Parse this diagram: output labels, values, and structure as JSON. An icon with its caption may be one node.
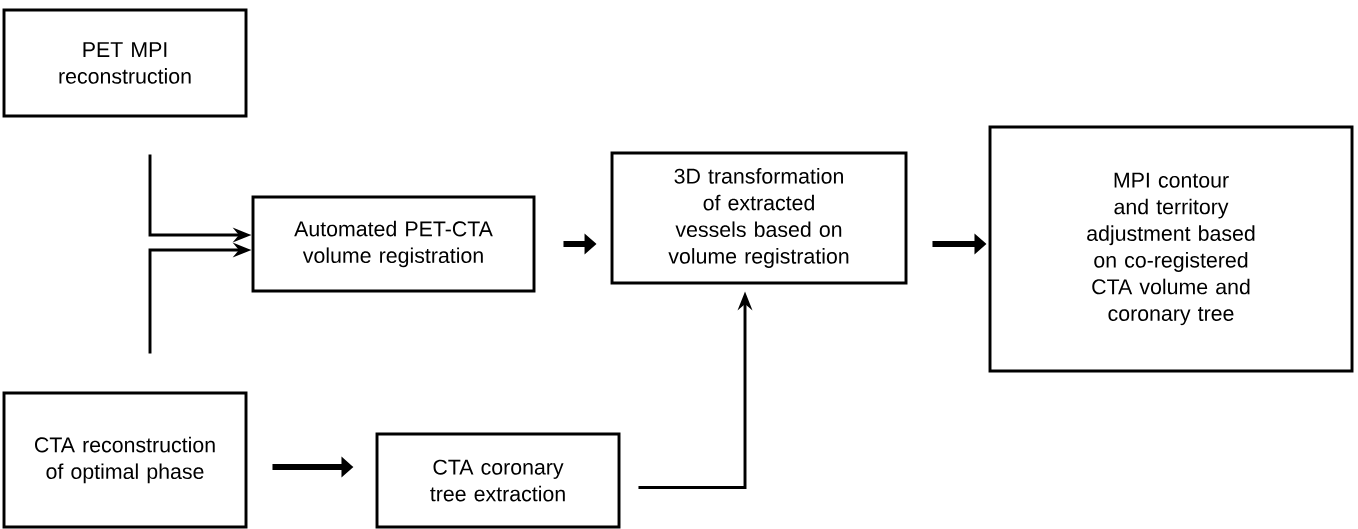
{
  "diagram": {
    "nodes": [
      {
        "text": [
          "PET MPI reconstruction"
        ]
      },
      {
        "text": [
          "Automated PET-CTA volume registration"
        ]
      },
      {
        "text": [
          "3D transformation of extracted vessels based on volume registration"
        ]
      },
      {
        "text": [
          "MPI contour and territory adjustment based on co-registered CTA volume and coronary tree"
        ]
      },
      {
        "text": [
          "CTA reconstruction of optimal phase"
        ]
      },
      {
        "text": [
          "CTA coronary tree extraction"
        ]
      }
    ],
    "edges": [
      {
        "from": 0,
        "to": 1,
        "arrow": "to"
      },
      {
        "from": 4,
        "to": 1,
        "arrow": "to"
      },
      {
        "from": 1,
        "to": 2,
        "arrow": "to",
        "style": "thick"
      },
      {
        "from": 2,
        "to": 3,
        "arrow": "to",
        "style": "thick"
      },
      {
        "from": 4,
        "to": 5,
        "arrow": "to",
        "style": "thick"
      },
      {
        "from": 5,
        "to": 2,
        "arrow": "to"
      }
    ]
  }
}
